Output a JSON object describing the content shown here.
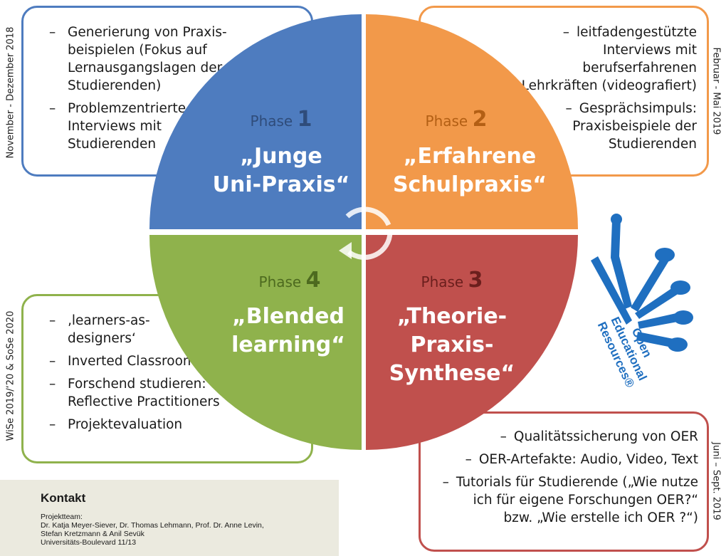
{
  "phases": [
    {
      "label": "Phase",
      "number": "1",
      "title_line1": "„Junge",
      "title_line2": "Uni-Praxis“",
      "color": "#4e7cbf"
    },
    {
      "label": "Phase",
      "number": "2",
      "title_line1": "„Erfahrene",
      "title_line2": "Schulpraxis“",
      "color": "#f2994a"
    },
    {
      "label": "Phase",
      "number": "3",
      "title_line1": "„Theorie-",
      "title_line2": "Praxis-",
      "title_line3": "Synthese“",
      "color": "#c0504d"
    },
    {
      "label": "Phase",
      "number": "4",
      "title_line1": "„Blended",
      "title_line2": "learning“",
      "color": "#8fb24c"
    }
  ],
  "boxes": {
    "phase1": {
      "period": "November - Dezember 2018",
      "items": [
        "Generierung von Praxis-beispielen (Fokus auf Lernausgangslagen der Studierenden)",
        "Problemzentrierte Interviews mit Studierenden"
      ]
    },
    "phase2": {
      "period": "Februar - Mai 2019",
      "items": [
        "leitfadengestützte Interviews mit berufserfahrenen Lehrkräften (videografiert)",
        "Gesprächsimpuls: Praxisbeispiele der Studierenden"
      ]
    },
    "phase3": {
      "period": "Juni – Sept. 2019",
      "items": [
        "Qualitätssicherung von OER",
        "OER-Artefakte: Audio, Video, Text",
        "Tutorials für Studierende („Wie nutze ich für eigene Forschungen OER?“ bzw. „Wie erstelle ich OER ?“)"
      ]
    },
    "phase4": {
      "period": "WiSe 2019/‘20 & SoSe 2020",
      "items": [
        "‚learners-as-designers‘",
        "Inverted Classroom",
        "Forschend studieren: Reflective Practitioners",
        "Projektevaluation"
      ]
    }
  },
  "logo": {
    "line1": "Open",
    "line2": "Educational",
    "line3": "Resources®"
  },
  "kontakt": {
    "title": "Kontakt",
    "lines": [
      "Projektteam:",
      "Dr. Katja Meyer-Siever, Dr. Thomas Lehmann, Prof. Dr. Anne Levin,",
      "Stefan Kretzmann & Anil Sevük",
      "Universitäts-Boulevard 11/13"
    ]
  },
  "colors": {
    "blue": "#4e7cbf",
    "orange": "#f2994a",
    "red": "#c0504d",
    "green": "#8fb24c",
    "oer": "#1f6fc0",
    "kontakt_bg": "#ebeadf"
  }
}
